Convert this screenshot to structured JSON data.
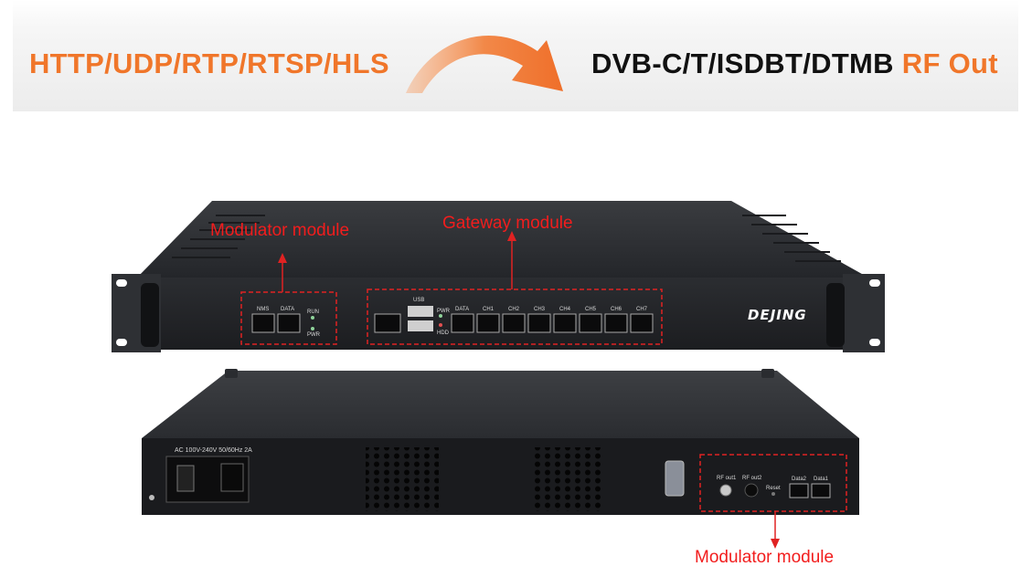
{
  "banner": {
    "input_protocols": "HTTP/UDP/RTP/RTSP/HLS",
    "output_standards": "DVB-C/T/ISDBT/DTMB",
    "output_suffix": "RF Out",
    "accent_color": "#f0762a"
  },
  "annotations": {
    "front_modulator": "Modulator module",
    "front_gateway": "Gateway module",
    "rear_modulator": "Modulator module",
    "color": "#f21d1d"
  },
  "front_panel": {
    "brand": "DEJING",
    "nms_label": "NMS",
    "data_label": "DATA",
    "run_led": "RUN",
    "pwr_led": "PWR",
    "usb_label": "USB",
    "gw_pwr_led": "PWR",
    "gw_hdd_led": "HDD",
    "gw_ports": [
      "DATA",
      "CH1",
      "CH2",
      "CH3",
      "CH4",
      "CH5",
      "CH6",
      "CH7"
    ]
  },
  "rear_panel": {
    "power_spec": "AC 100V-240V 50/60Hz 2A",
    "rf_out1": "RF out1",
    "rf_out2": "RF out2",
    "reset": "Reset",
    "data2": "Data2",
    "data1": "Data1"
  }
}
